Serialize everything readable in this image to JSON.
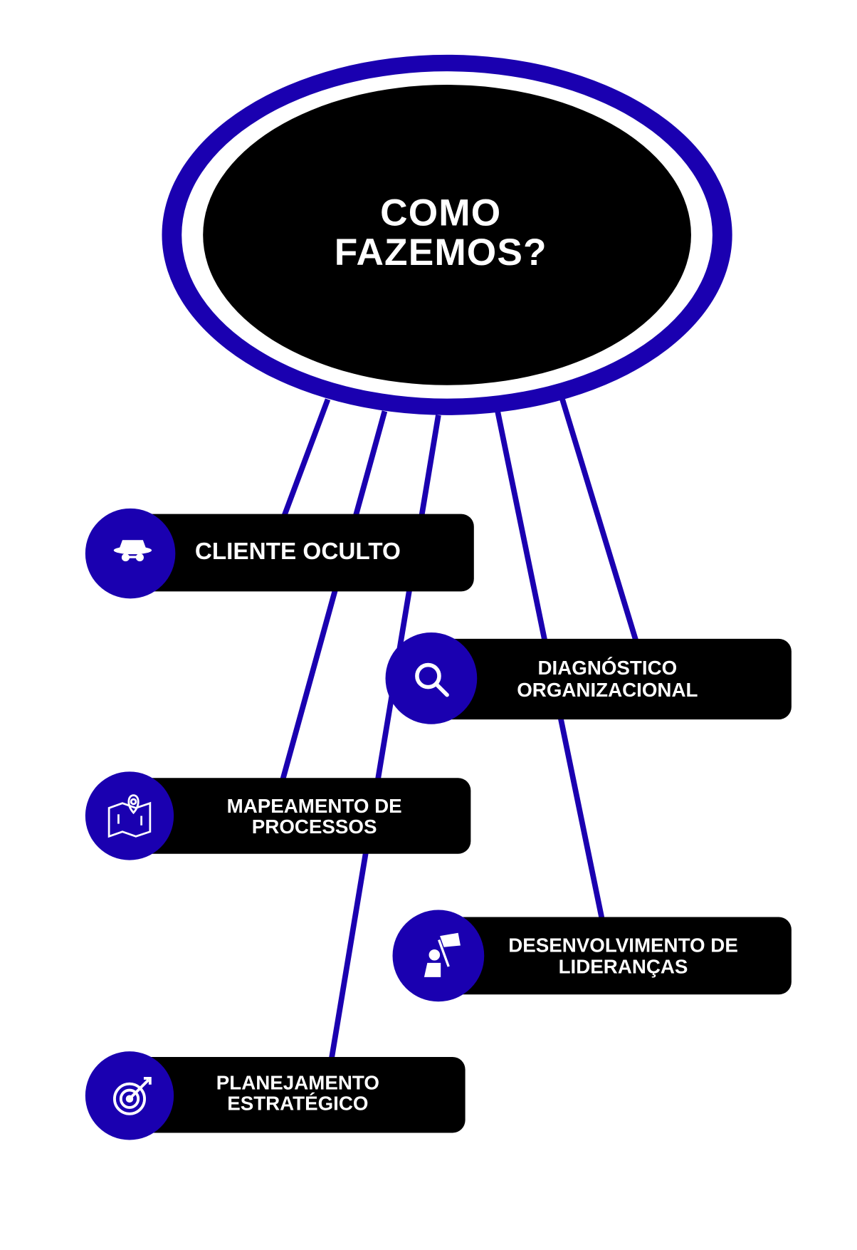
{
  "colors": {
    "accent": "#1a00b0",
    "box": "#000000",
    "text": "#ffffff"
  },
  "title": {
    "line1": "COMO",
    "line2": "FAZEMOS?"
  },
  "items": [
    {
      "icon": "spy-hat-icon",
      "lines": [
        "CLIENTE OCULTO"
      ]
    },
    {
      "icon": "magnifier-icon",
      "lines": [
        "DIAGNÓSTICO",
        "ORGANIZACIONAL"
      ]
    },
    {
      "icon": "map-pin-icon",
      "lines": [
        "MAPEAMENTO DE",
        "PROCESSOS"
      ]
    },
    {
      "icon": "person-flag-icon",
      "lines": [
        "DESENVOLVIMENTO DE",
        "LIDERANÇAS"
      ]
    },
    {
      "icon": "target-icon",
      "lines": [
        "PLANEJAMENTO",
        "ESTRATÉGICO"
      ]
    }
  ]
}
